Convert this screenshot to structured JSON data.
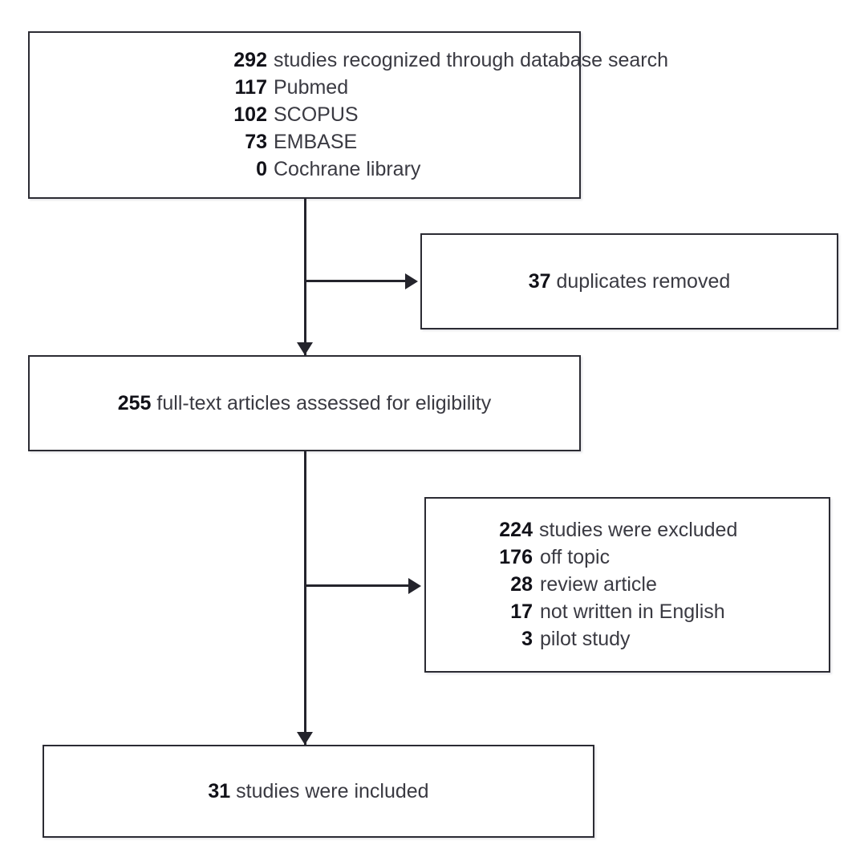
{
  "diagram": {
    "title": "PRISMA study selection flow diagram",
    "type": "flowchart",
    "accent_color": "#24242c",
    "box_fill": "#ffffff",
    "number_color": "#111118",
    "label_color": "#3a3a42"
  },
  "sources_box": {
    "header_number": "292",
    "header_label": "studies recognized through database search",
    "rows": [
      {
        "number": "117",
        "label": "Pubmed"
      },
      {
        "number": "102",
        "label": "SCOPUS"
      },
      {
        "number": "73",
        "label": "EMBASE"
      },
      {
        "number": "0",
        "label": "Cochrane library"
      }
    ]
  },
  "duplicates_box": {
    "number": "37",
    "label": "duplicates removed"
  },
  "fulltext_box": {
    "number": "255",
    "label": "full-text articles assessed for eligibility"
  },
  "excluded_box": {
    "header_number": "224",
    "header_label": "studies were excluded",
    "rows": [
      {
        "number": "176",
        "label": "off topic"
      },
      {
        "number": "28",
        "label": "review article"
      },
      {
        "number": "17",
        "label": "not written in English"
      },
      {
        "number": "3",
        "label": "pilot study"
      }
    ]
  },
  "included_box": {
    "number": "31",
    "label": "studies were included"
  }
}
